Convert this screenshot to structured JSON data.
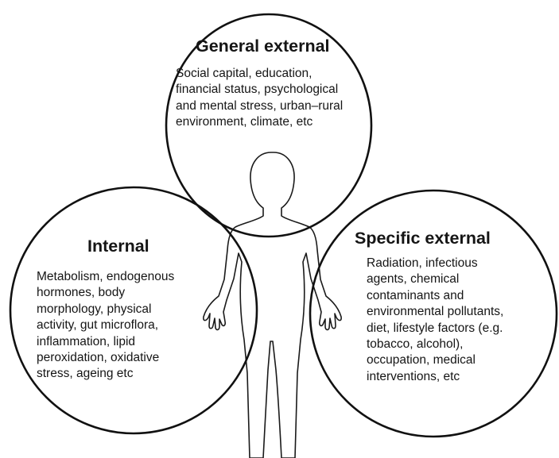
{
  "diagram": {
    "colors": {
      "stroke": "#111111",
      "text": "#151515",
      "background": "#ffffff"
    },
    "figure_icon": "human-silhouette-icon",
    "circles": {
      "general_external": {
        "title": "General external",
        "lines": [
          "Social capital, education,",
          "financial status, psychological",
          "and mental stress, urban–rural",
          "environment, climate, etc"
        ]
      },
      "internal": {
        "title": "Internal",
        "lines": [
          "Metabolism, endogenous",
          "hormones, body",
          "morphology, physical",
          "activity, gut microflora,",
          "inflammation, lipid",
          "peroxidation, oxidative",
          "stress, ageing etc"
        ]
      },
      "specific_external": {
        "title": "Specific external",
        "lines": [
          "Radiation, infectious",
          "agents, chemical",
          "contaminants and",
          "environmental pollutants,",
          "diet, lifestyle factors (e.g.",
          "tobacco, alcohol),",
          "occupation, medical",
          "interventions, etc"
        ]
      }
    }
  }
}
